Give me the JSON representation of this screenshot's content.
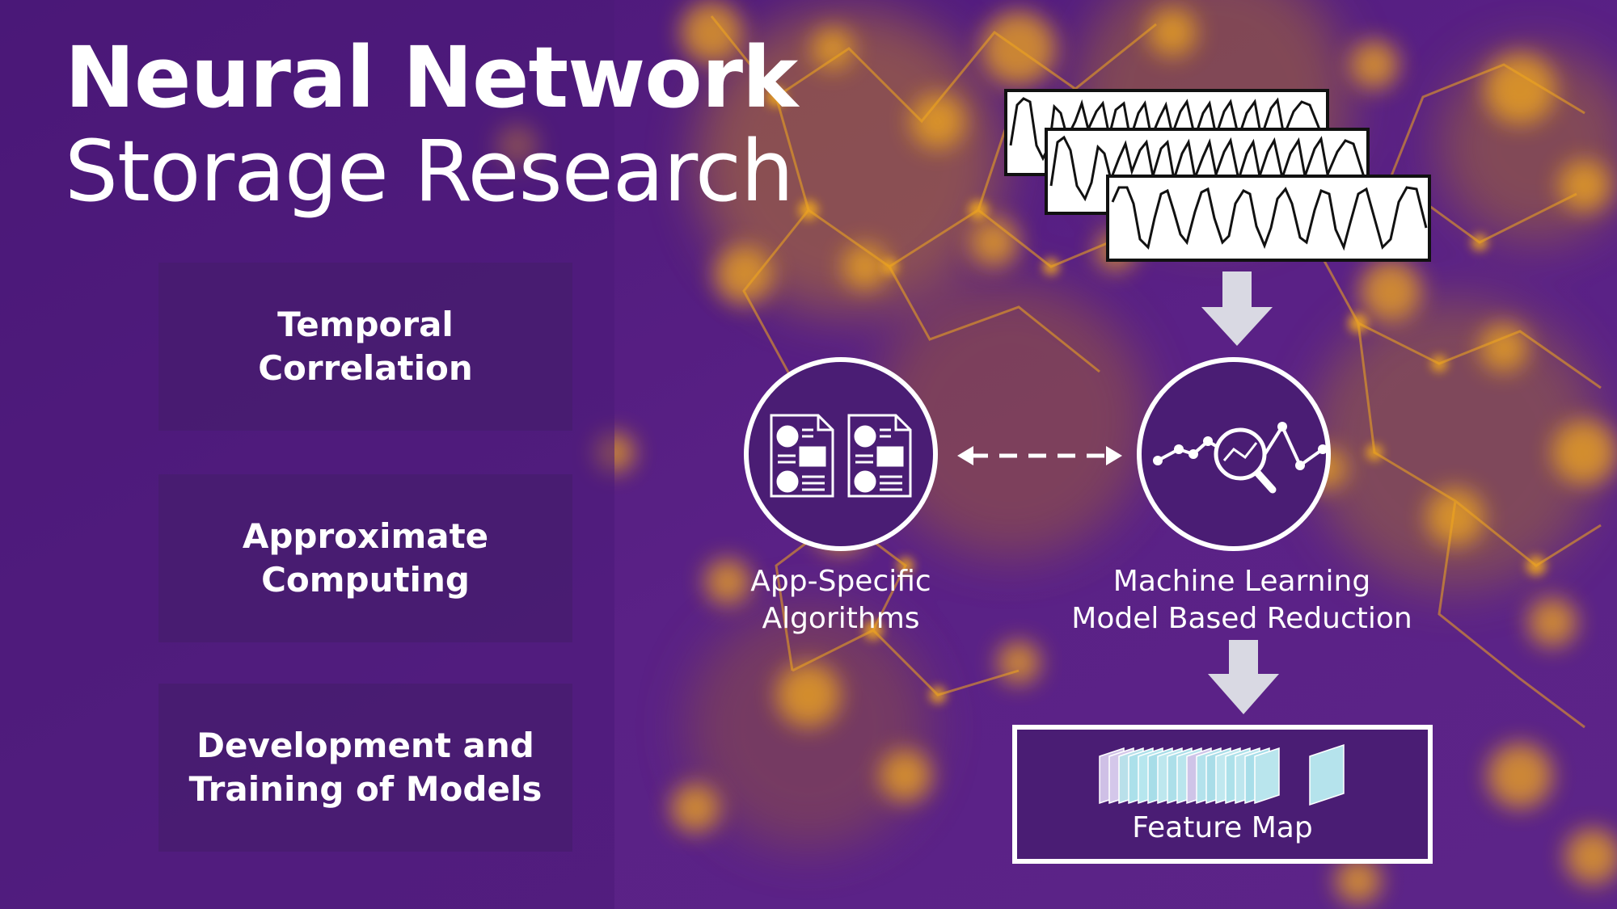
{
  "title": {
    "line1": "Neural Network",
    "line2": "Storage Research"
  },
  "topics": [
    {
      "label": "Temporal\nCorrelation"
    },
    {
      "label": "Approximate\nComputing"
    },
    {
      "label": "Development and\nTraining of Models"
    }
  ],
  "nodes": {
    "apps": {
      "label": "App-Specific\nAlgorithms",
      "icon": "documents-icon"
    },
    "ml": {
      "label": "Machine Learning\nModel Based Reduction",
      "icon": "magnifier-graph-icon"
    },
    "feature_map": {
      "label": "Feature Map",
      "icon": "feature-map-stack-icon"
    }
  },
  "colors": {
    "background": "#4a1a78",
    "accent": "#f2a81d",
    "panel": "#4a1d74",
    "line": "#ffffff",
    "arrow": "#d9d9e3"
  }
}
